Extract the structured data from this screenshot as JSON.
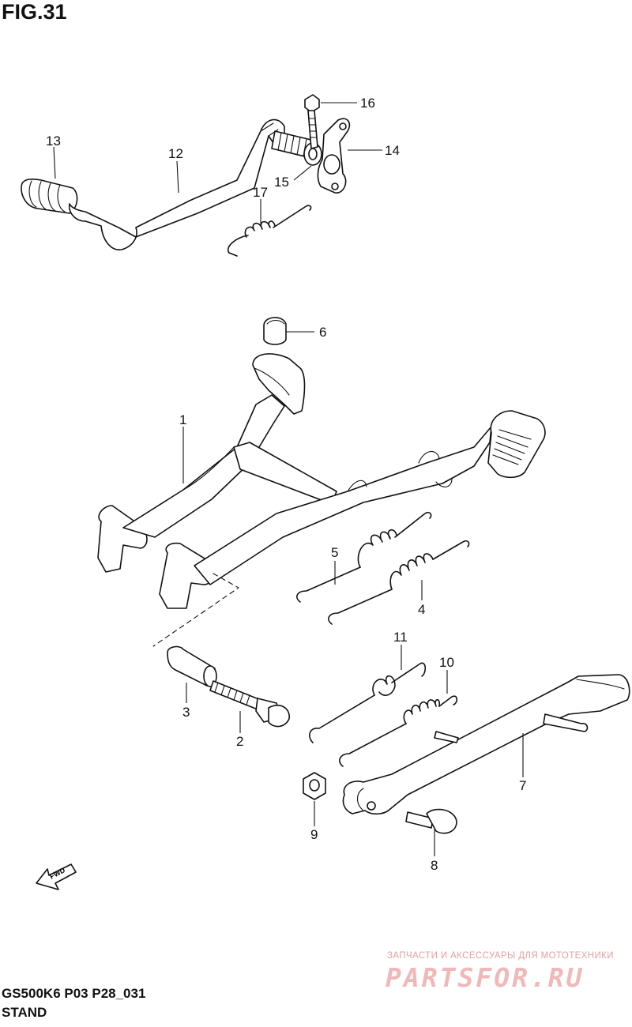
{
  "figure": {
    "title": "FIG.31"
  },
  "footer": {
    "model_code": "GS500K6 P03 P28_031",
    "section": "STAND"
  },
  "watermark": {
    "caption": "ЗАПЧАСТИ И АКСЕССУАРЫ ДЛЯ МОТОТЕХНИКИ",
    "brand": "PARTSFOR.RU",
    "color": "#f0b8b8"
  },
  "direction_arrow": {
    "label": "FWD"
  },
  "callouts": [
    "1",
    "2",
    "3",
    "4",
    "5",
    "6",
    "7",
    "8",
    "9",
    "10",
    "11",
    "12",
    "13",
    "14",
    "15",
    "16",
    "17"
  ]
}
